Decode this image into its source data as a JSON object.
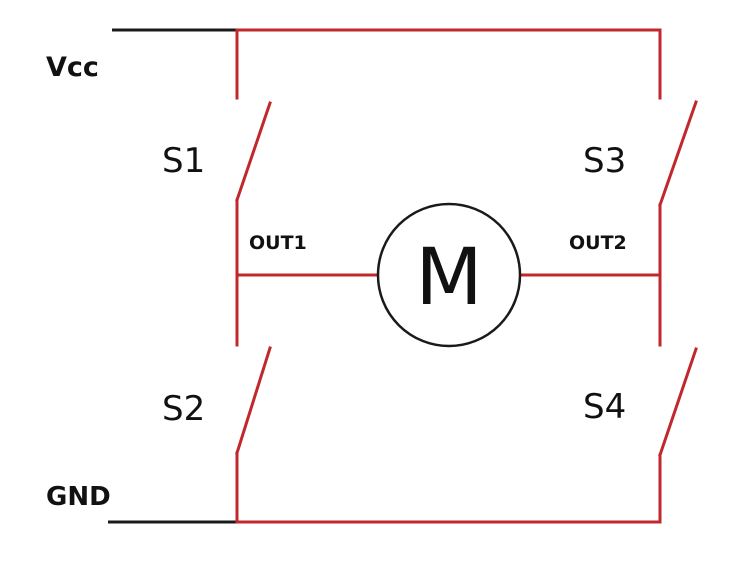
{
  "labels": {
    "vcc": "Vcc",
    "gnd": "GND",
    "out1": "OUT1",
    "out2": "OUT2"
  },
  "switches": {
    "s1": "S1",
    "s2": "S2",
    "s3": "S3",
    "s4": "S4"
  },
  "motor": {
    "letter": "M"
  },
  "colors": {
    "wire": "#c0282c",
    "rail": "#1a1a1a",
    "background": "#ffffff"
  }
}
